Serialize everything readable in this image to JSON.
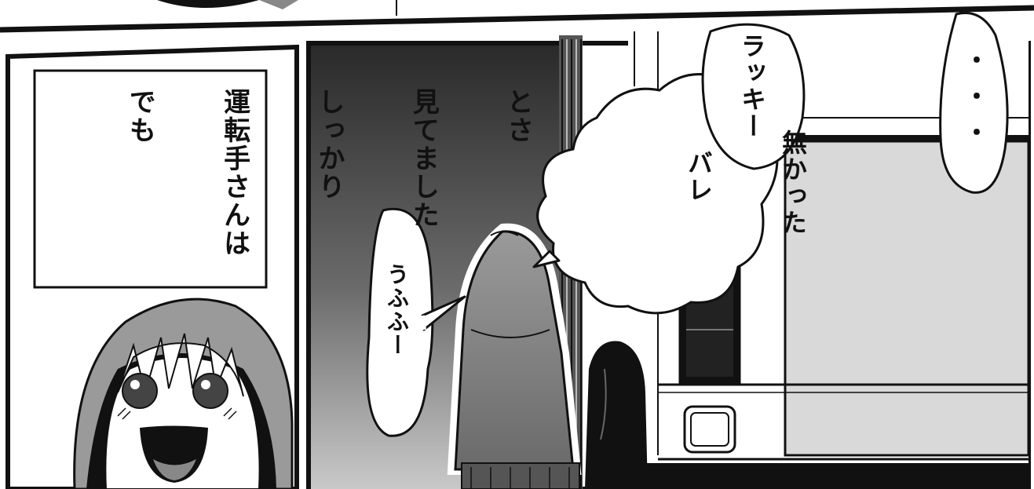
{
  "caption": {
    "lines": [
      "でも",
      "運転手さんは",
      "しっかり",
      "見てました",
      "とさ"
    ]
  },
  "bubbles": {
    "lucky": "ラッキー",
    "not_caught_line1": "バレ",
    "not_caught_line2": "無かった",
    "ellipsis": "・・・",
    "ufufu": "うふふー"
  },
  "colors": {
    "ink": "#111111",
    "panel_gray": "#d9d9d9",
    "dark_gradient_top": "#2b2b2b",
    "dark_gradient_bottom": "#bdbdbd",
    "hood_gray": "#8a8a8a"
  }
}
